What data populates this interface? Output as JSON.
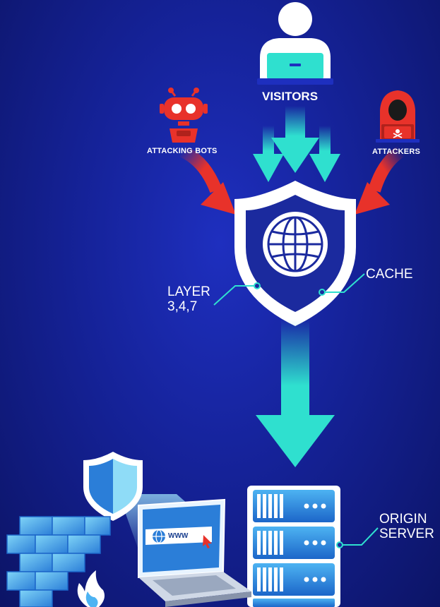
{
  "labels": {
    "visitors": "VISITORS",
    "attacking_bots": "ATTACKING BOTS",
    "attackers": "ATTACKERS",
    "layer_line1": "LAYER",
    "layer_line2": "3,4,7",
    "cache": "CACHE",
    "origin_line1": "ORIGIN",
    "origin_line2": "SERVER",
    "www": "WWW"
  },
  "colors": {
    "background": "#152298",
    "flow_arrow": "#2fe0cf",
    "attack_arrow": "#e8322a",
    "shield_outer": "#ffffff",
    "shield_inner": "#1b2a9e",
    "server": "#2a8fe0",
    "attacker_red": "#e8322a"
  },
  "icons": [
    "visitor-icon",
    "attacking-bot-icon",
    "attacker-icon",
    "shield-globe-icon",
    "server-icon",
    "firewall-icon",
    "laptop-icon",
    "security-shield-icon"
  ]
}
